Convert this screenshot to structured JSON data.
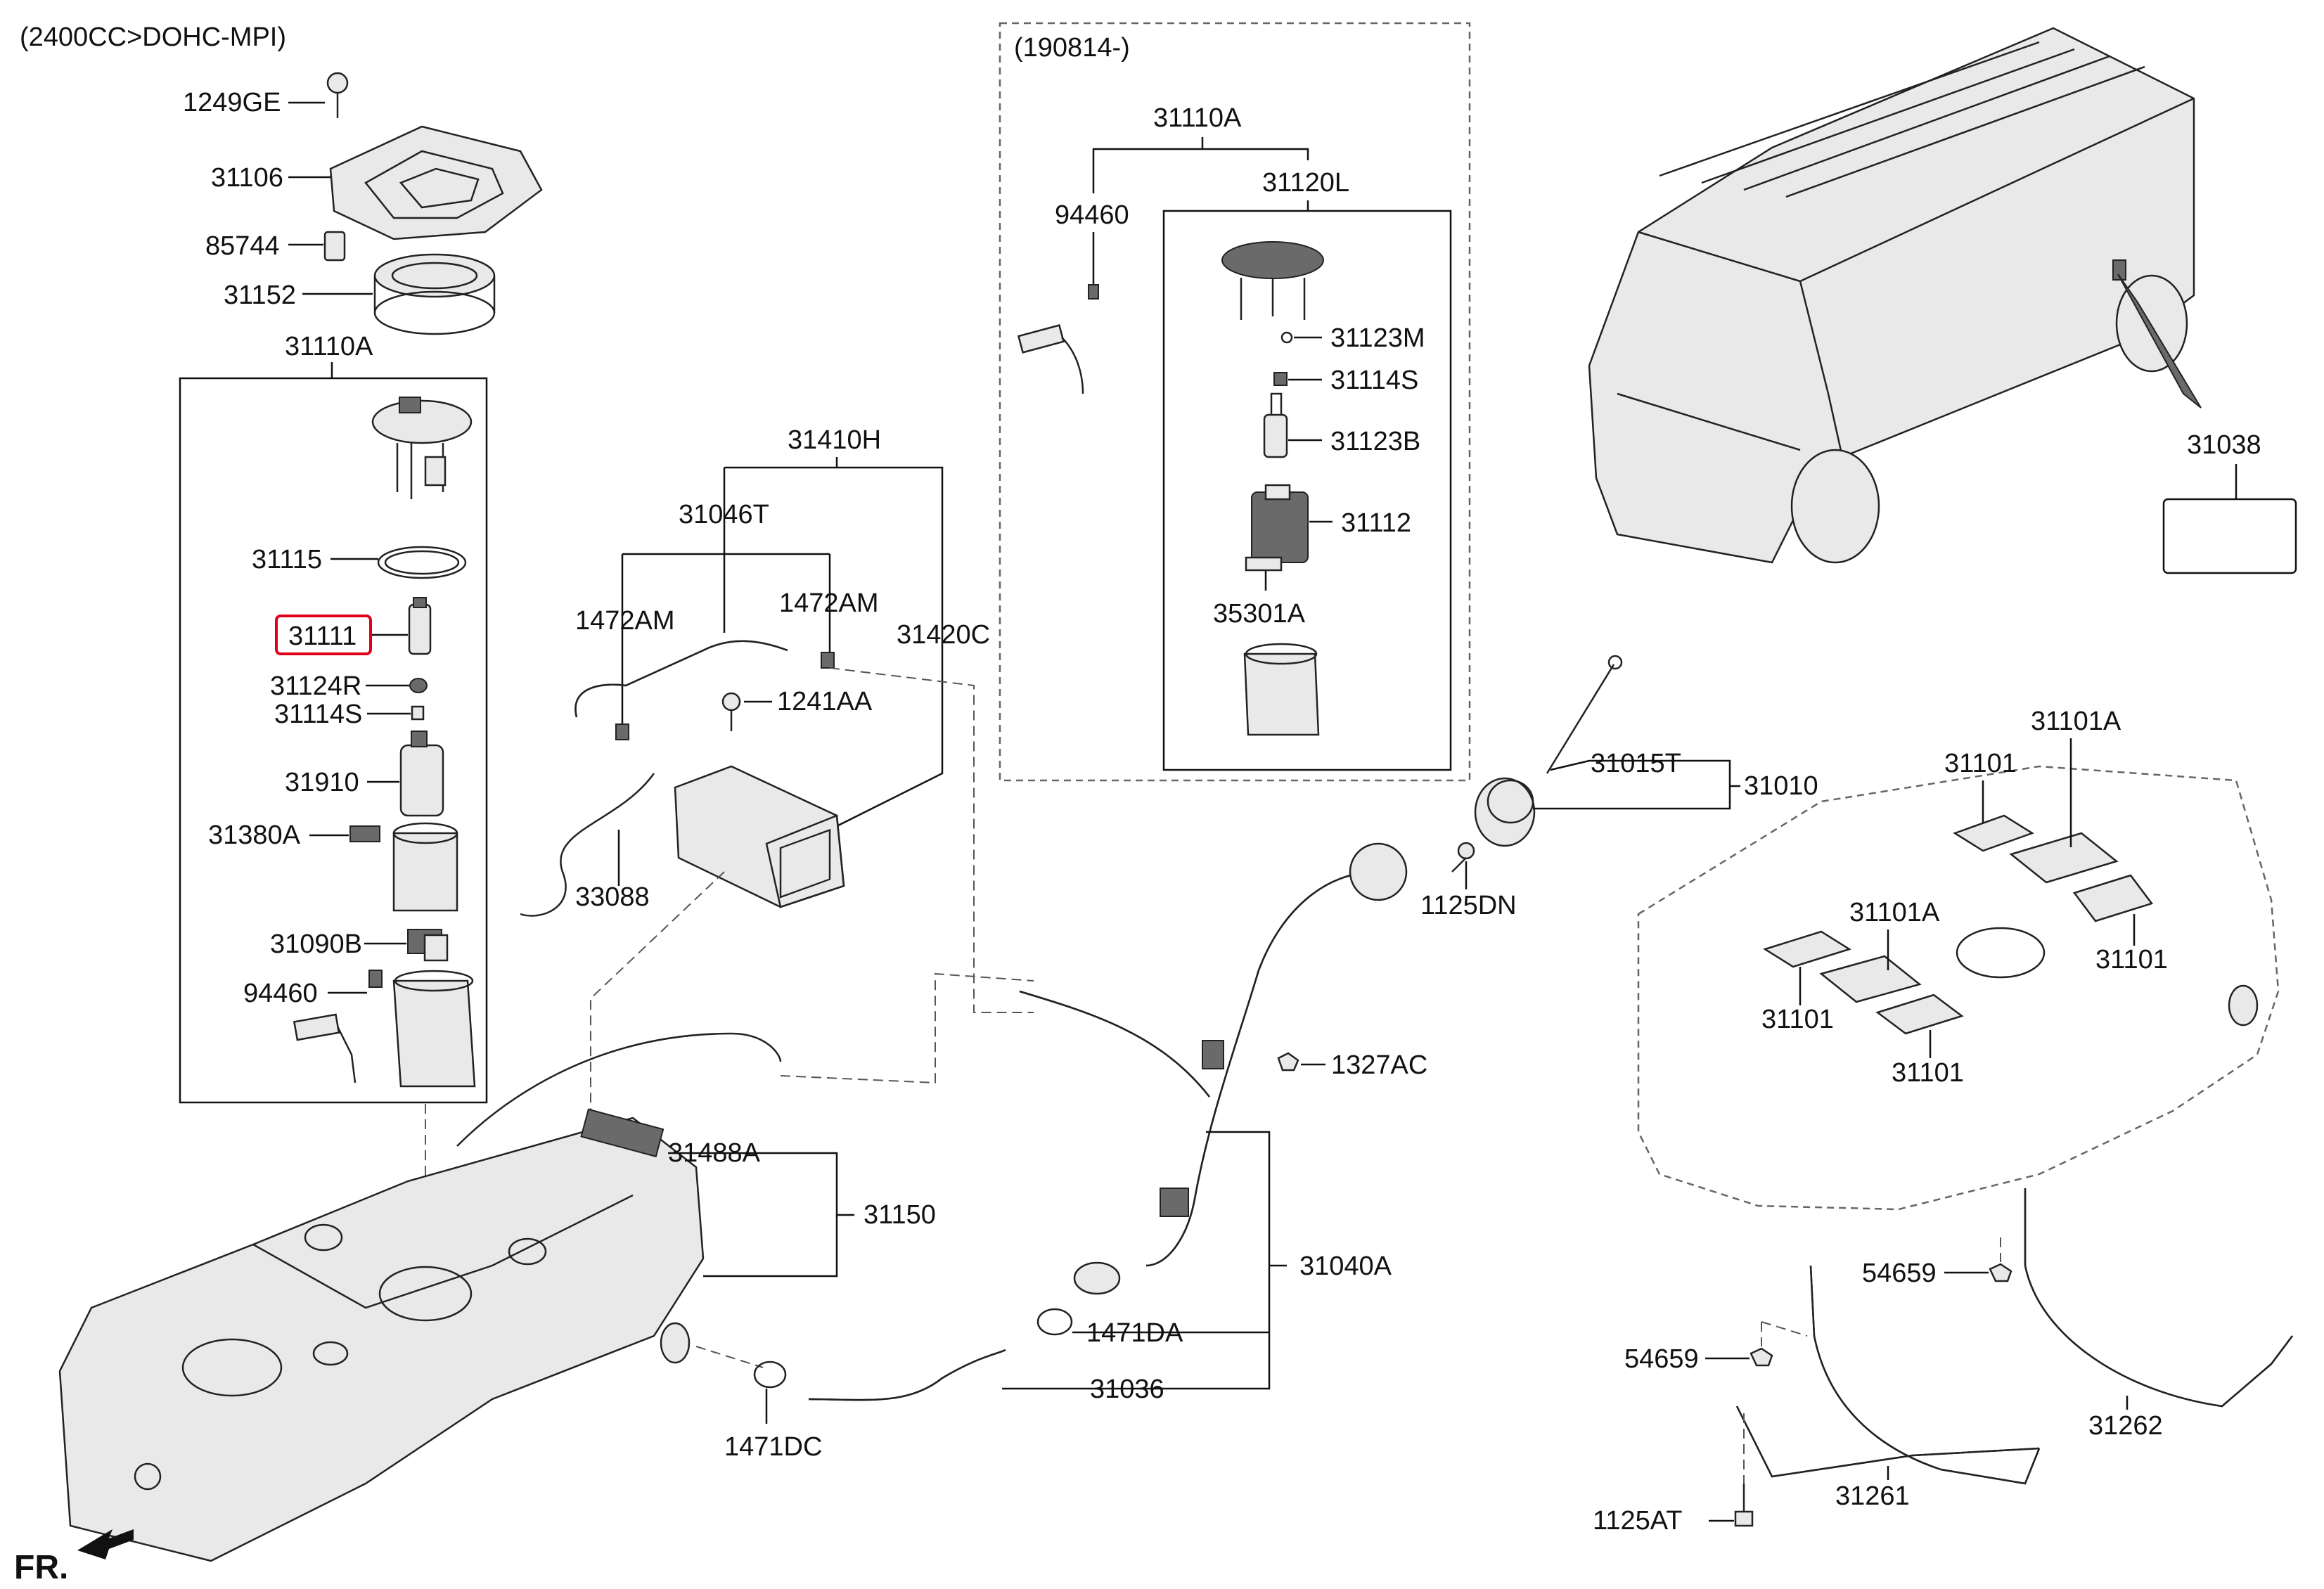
{
  "header": {
    "engine_note": "(2400CC>DOHC-MPI)",
    "date_note": "(190814-)"
  },
  "direction": {
    "label": "FR."
  },
  "highlight": {
    "part": "31111",
    "color": "#e0001a"
  },
  "labels": {
    "l1249GE": "1249GE",
    "l31106": "31106",
    "l85744": "85744",
    "l31152": "31152",
    "l31110A_left": "31110A",
    "l31115": "31115",
    "l31111": "31111",
    "l31124R": "31124R",
    "l31114S_left": "31114S",
    "l31910": "31910",
    "l31380A": "31380A",
    "l31090B": "31090B",
    "l94460_left": "94460",
    "l31410H": "31410H",
    "l31046T": "31046T",
    "l1472AM_left": "1472AM",
    "l1472AM_right": "1472AM",
    "l31420C": "31420C",
    "l1241AA": "1241AA",
    "l33088": "33088",
    "l31110A_top": "31110A",
    "l94460_top": "94460",
    "l31120L": "31120L",
    "l31123M": "31123M",
    "l31114S_right": "31114S",
    "l31123B": "31123B",
    "l31112": "31112",
    "l35301A": "35301A",
    "l31038": "31038",
    "l31015T": "31015T",
    "l31010": "31010",
    "l1125DN": "1125DN",
    "l1327AC": "1327AC",
    "l31488A": "31488A",
    "l31150": "31150",
    "l31040A": "31040A",
    "l1471DA": "1471DA",
    "l31036": "31036",
    "l1471DC": "1471DC",
    "l31101A_top": "31101A",
    "l31101_a": "31101",
    "l31101A_mid": "31101A",
    "l31101_b": "31101",
    "l31101_c": "31101",
    "l31101_d": "31101",
    "l54659_a": "54659",
    "l54659_b": "54659",
    "l31262": "31262",
    "l31261": "31261",
    "l1125AT": "1125AT"
  }
}
